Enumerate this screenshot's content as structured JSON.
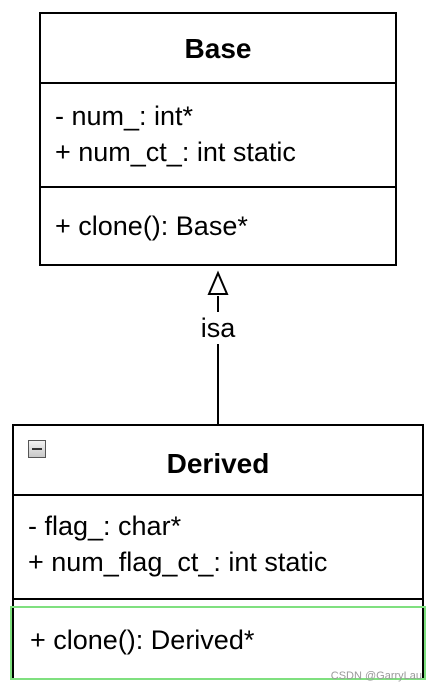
{
  "base_class": {
    "name": "Base",
    "attributes": [
      "- num_: int*",
      "+ num_ct_: int static"
    ],
    "operations": [
      "+ clone(): Base*"
    ]
  },
  "relationship": {
    "label": "isa",
    "type": "generalization"
  },
  "derived_class": {
    "name": "Derived",
    "collapse_icon": "minus-square-icon",
    "attributes": [
      "- flag_: char*",
      "+ num_flag_ct_: int static"
    ],
    "operations": [
      "+ clone(): Derived*"
    ]
  },
  "highlight_color": "#7fe07f",
  "watermark": "CSDN @GarryLau"
}
